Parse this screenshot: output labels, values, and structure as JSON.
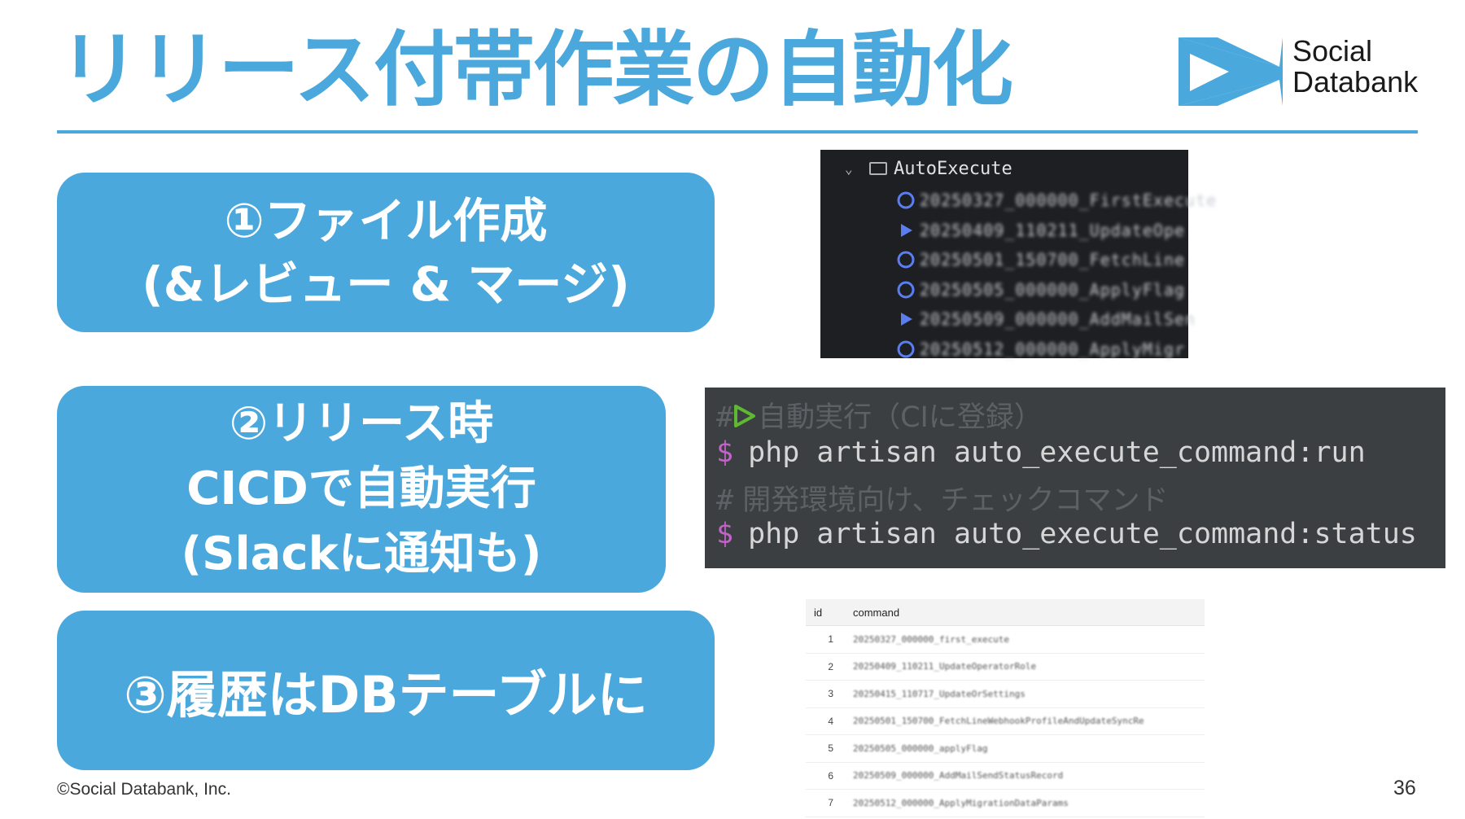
{
  "slide": {
    "title": "リリース付帯作業の自動化",
    "page_number": "36",
    "copyright": "©Social Databank, Inc."
  },
  "logo": {
    "line1": "Social",
    "line2": "Databank",
    "color": "#4aa8dc"
  },
  "steps": [
    {
      "lines": [
        "①ファイル作成",
        "(&レビュー & マージ)"
      ]
    },
    {
      "lines": [
        "②リリース時",
        "CICDで自動実行",
        "(Slackに通知も)"
      ]
    },
    {
      "lines": [
        "③履歴はDBテーブルに"
      ]
    }
  ],
  "file_tree": {
    "folder": "AutoExecute",
    "files": [
      "20250327_000000_FirstExecute",
      "20250409_110211_UpdateOpe",
      "20250501_150700_FetchLine",
      "20250505_000000_ApplyFlag",
      "20250509_000000_AddMailSen",
      "20250512_000000_ApplyMigr"
    ]
  },
  "terminal": {
    "prompt": "$",
    "lines": [
      {
        "type": "comment",
        "prefix": "#",
        "text": "自動実行（CIに登録）"
      },
      {
        "type": "command",
        "text": "php artisan auto_execute_command:run"
      },
      {
        "type": "comment",
        "prefix": "#",
        "text": " 開発環境向け、チェックコマンド"
      },
      {
        "type": "command",
        "text": "php artisan auto_execute_command:status"
      }
    ]
  },
  "db_table": {
    "columns": [
      "id",
      "command"
    ],
    "rows": [
      [
        "1",
        "20250327_000000_first_execute"
      ],
      [
        "2",
        "20250409_110211_UpdateOperatorRole"
      ],
      [
        "3",
        "20250415_110717_UpdateOrSettings"
      ],
      [
        "4",
        "20250501_150700_FetchLineWebhookProfileAndUpdateSyncRe"
      ],
      [
        "5",
        "20250505_000000_applyFlag"
      ],
      [
        "6",
        "20250509_000000_AddMailSendStatusRecord"
      ],
      [
        "7",
        "20250512_000000_ApplyMigrationDataParams"
      ]
    ]
  },
  "colors": {
    "accent": "#4aa8dc",
    "tree_bg": "#1e1f22",
    "terminal_bg": "#3c3f42",
    "prompt": "#c064c8",
    "run_icon": "#5fb832"
  }
}
